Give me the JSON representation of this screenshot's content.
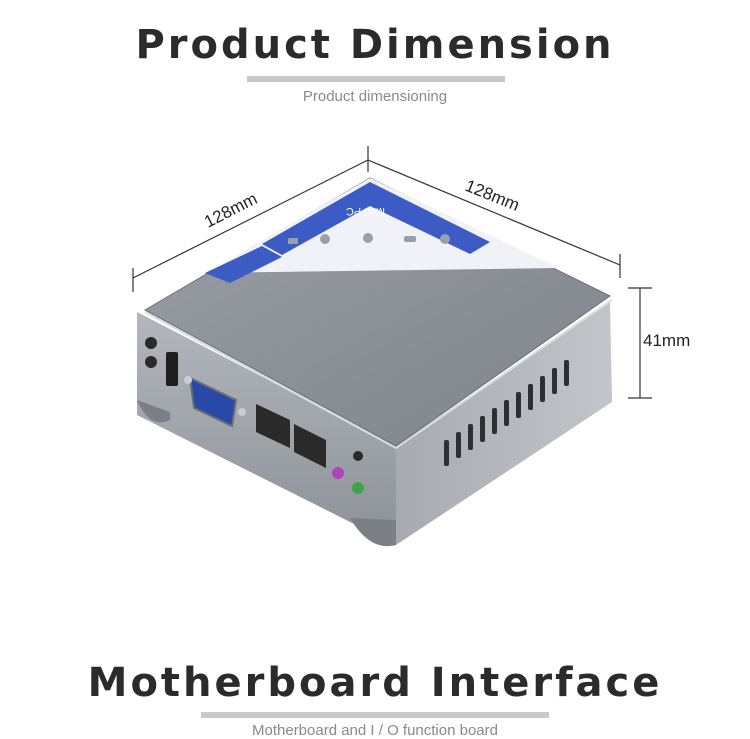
{
  "header": {
    "title": "Product Dimension",
    "subtitle": "Product dimensioning"
  },
  "dimensions": {
    "width": "128mm",
    "depth": "128mm",
    "height": "41mm"
  },
  "device": {
    "label_text": "Mini-PC"
  },
  "footer": {
    "title": "Motherboard Interface",
    "subtitle": "Motherboard and I / O function board"
  },
  "colors": {
    "case_top": "#8c8f95",
    "case_side": "#9ea2a8",
    "label_blue": "#3c5bc4",
    "text_dark": "#2b2b2b",
    "rule_gray": "#c9c9cd"
  }
}
